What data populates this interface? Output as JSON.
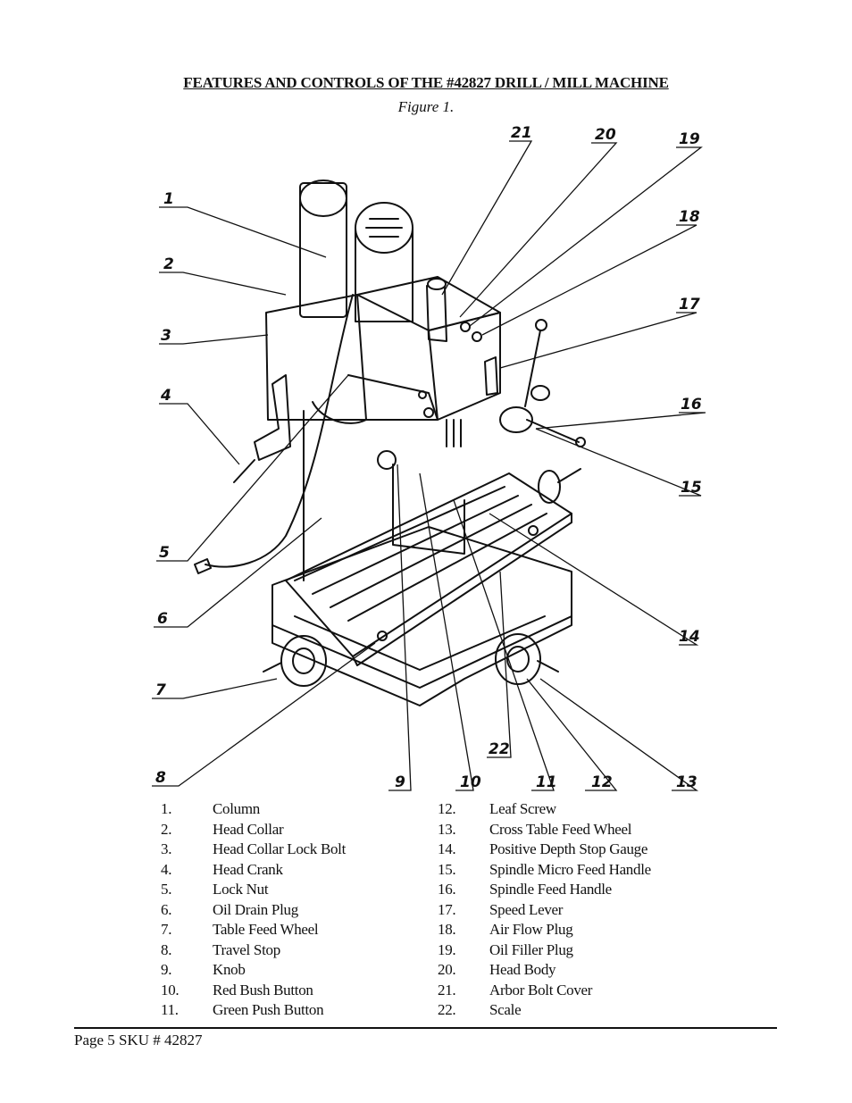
{
  "heading": {
    "title": "FEATURES AND CONTROLS OF THE #42827 DRILL / MILL MACHINE",
    "caption": "Figure 1."
  },
  "callouts": [
    "1",
    "2",
    "3",
    "4",
    "5",
    "6",
    "7",
    "8",
    "9",
    "10",
    "11",
    "12",
    "13",
    "14",
    "15",
    "16",
    "17",
    "18",
    "19",
    "20",
    "21",
    "22"
  ],
  "parts_left": [
    {
      "num": "1.",
      "name": "Column"
    },
    {
      "num": "2.",
      "name": "Head Collar"
    },
    {
      "num": "3.",
      "name": "Head Collar Lock Bolt"
    },
    {
      "num": "4.",
      "name": "Head Crank"
    },
    {
      "num": "5.",
      "name": "Lock Nut"
    },
    {
      "num": "6.",
      "name": "Oil Drain Plug"
    },
    {
      "num": "7.",
      "name": "Table Feed Wheel"
    },
    {
      "num": "8.",
      "name": "Travel Stop"
    },
    {
      "num": "9.",
      "name": "Knob"
    },
    {
      "num": "10.",
      "name": "Red Bush Button"
    },
    {
      "num": "11.",
      "name": "Green Push Button"
    }
  ],
  "parts_right": [
    {
      "num": "12.",
      "name": "Leaf Screw"
    },
    {
      "num": "13.",
      "name": "Cross Table Feed Wheel"
    },
    {
      "num": "14.",
      "name": "Positive Depth Stop Gauge"
    },
    {
      "num": "15.",
      "name": "Spindle Micro Feed Handle"
    },
    {
      "num": "16.",
      "name": "Spindle Feed Handle"
    },
    {
      "num": "17.",
      "name": "Speed Lever"
    },
    {
      "num": "18.",
      "name": "Air Flow Plug"
    },
    {
      "num": "19.",
      "name": "Oil Filler Plug"
    },
    {
      "num": "20.",
      "name": "Head Body"
    },
    {
      "num": "21.",
      "name": "Arbor Bolt Cover"
    },
    {
      "num": "22.",
      "name": "Scale"
    }
  ],
  "footer": "Page 5 SKU # 42827"
}
